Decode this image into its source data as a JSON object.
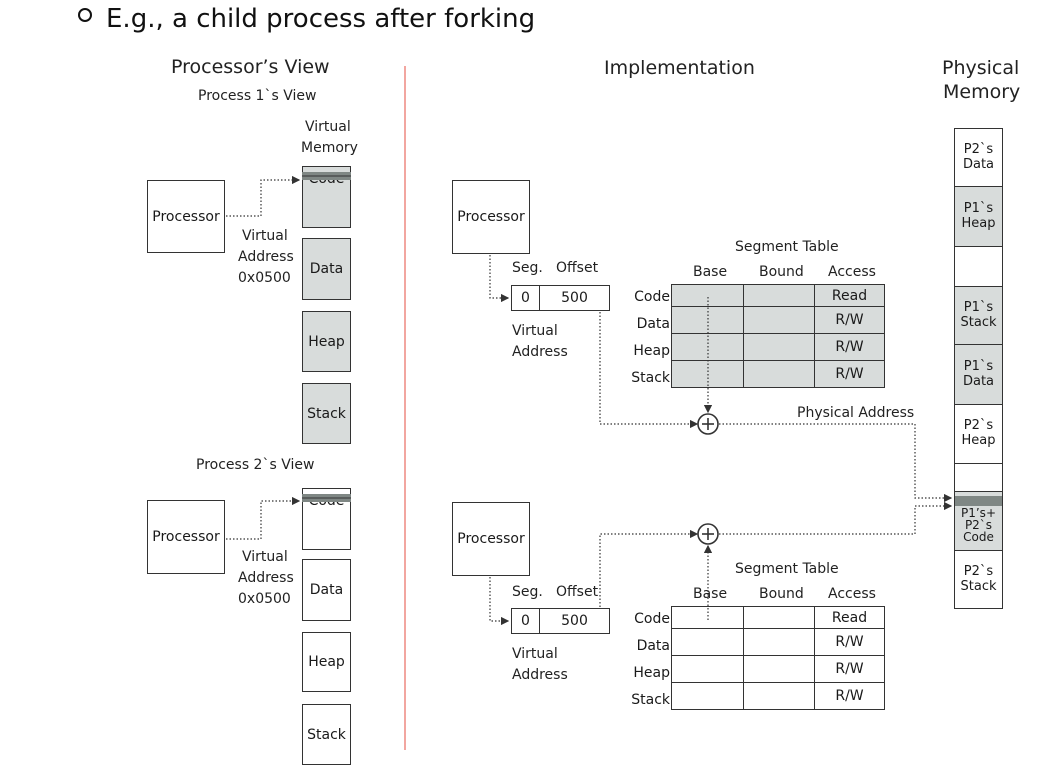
{
  "bullet": "E.g., a child process after forking",
  "headers": {
    "left": "Processor’s View",
    "middle": "Implementation",
    "right_line1": "Physical",
    "right_line2": "Memory"
  },
  "process1": {
    "title": "Process 1`s View",
    "processor": "Processor",
    "vm_label_line1": "Virtual",
    "vm_label_line2": "Memory",
    "va_line1": "Virtual",
    "va_line2": "Address",
    "va_value": "0x0500",
    "segments": [
      "Code",
      "Data",
      "Heap",
      "Stack"
    ]
  },
  "process2": {
    "title": "Process 2`s View",
    "processor": "Processor",
    "va_line1": "Virtual",
    "va_line2": "Address",
    "va_value": "0x0500",
    "segments": [
      "Code",
      "Data",
      "Heap",
      "Stack"
    ]
  },
  "impl1": {
    "processor": "Processor",
    "seg_label": "Seg.",
    "offset_label": "Offset",
    "seg_value": "0",
    "offset_value": "500",
    "va_line1": "Virtual",
    "va_line2": "Address",
    "table_title": "Segment Table",
    "col_base": "Base",
    "col_bound": "Bound",
    "col_access": "Access",
    "rows": [
      {
        "name": "Code",
        "access": "Read"
      },
      {
        "name": "Data",
        "access": "R/W"
      },
      {
        "name": "Heap",
        "access": "R/W"
      },
      {
        "name": "Stack",
        "access": "R/W"
      }
    ],
    "phys_addr_label": "Physical Address",
    "adder_symbol": "+"
  },
  "impl2": {
    "processor": "Processor",
    "seg_label": "Seg.",
    "offset_label": "Offset",
    "seg_value": "0",
    "offset_value": "500",
    "va_line1": "Virtual",
    "va_line2": "Address",
    "table_title": "Segment Table",
    "col_base": "Base",
    "col_bound": "Bound",
    "col_access": "Access",
    "rows": [
      {
        "name": "Code",
        "access": "Read"
      },
      {
        "name": "Data",
        "access": "R/W"
      },
      {
        "name": "Heap",
        "access": "R/W"
      },
      {
        "name": "Stack",
        "access": "R/W"
      }
    ],
    "adder_symbol": "+"
  },
  "physical_memory": {
    "cells": [
      {
        "line1": "P2`s",
        "line2": "Data",
        "line3": ""
      },
      {
        "line1": "P1`s",
        "line2": "Heap",
        "line3": ""
      },
      {
        "line1": "",
        "line2": "",
        "line3": ""
      },
      {
        "line1": "P1`s",
        "line2": "Stack",
        "line3": ""
      },
      {
        "line1": "P1`s",
        "line2": "Data",
        "line3": ""
      },
      {
        "line1": "P2`s",
        "line2": "Heap",
        "line3": ""
      },
      {
        "line1": "",
        "line2": "",
        "line3": ""
      },
      {
        "line1": "P1’s+",
        "line2": "P2`s",
        "line3": "Code"
      },
      {
        "line1": "P2`s",
        "line2": "Stack",
        "line3": ""
      }
    ]
  },
  "colors": {
    "segment_fill": "#d8dcdb",
    "divider": "#f2a6a0",
    "line": "#333333"
  }
}
